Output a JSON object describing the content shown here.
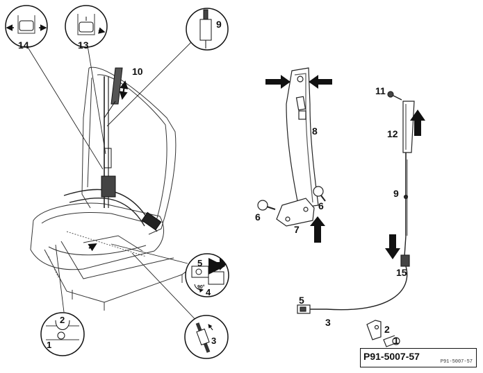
{
  "figure": {
    "reference_code": "P91-5007-57",
    "reference_code_small": "P91-5007-57",
    "angle_label": "90°",
    "callouts": {
      "c14": "14",
      "c13": "13",
      "c9_top": "9",
      "c10": "10",
      "c5_left": "5",
      "c4": "4",
      "c2_left": "2",
      "c1_left": "1",
      "c3_left": "3",
      "c8": "8",
      "c6_left": "6",
      "c6_right": "6",
      "c7": "7",
      "c11": "11",
      "c12": "12",
      "c9_right": "9",
      "c15": "15",
      "c5_bottom": "5",
      "c3_bottom": "3",
      "c2_bottom": "2",
      "c1_bottom": "1"
    }
  }
}
